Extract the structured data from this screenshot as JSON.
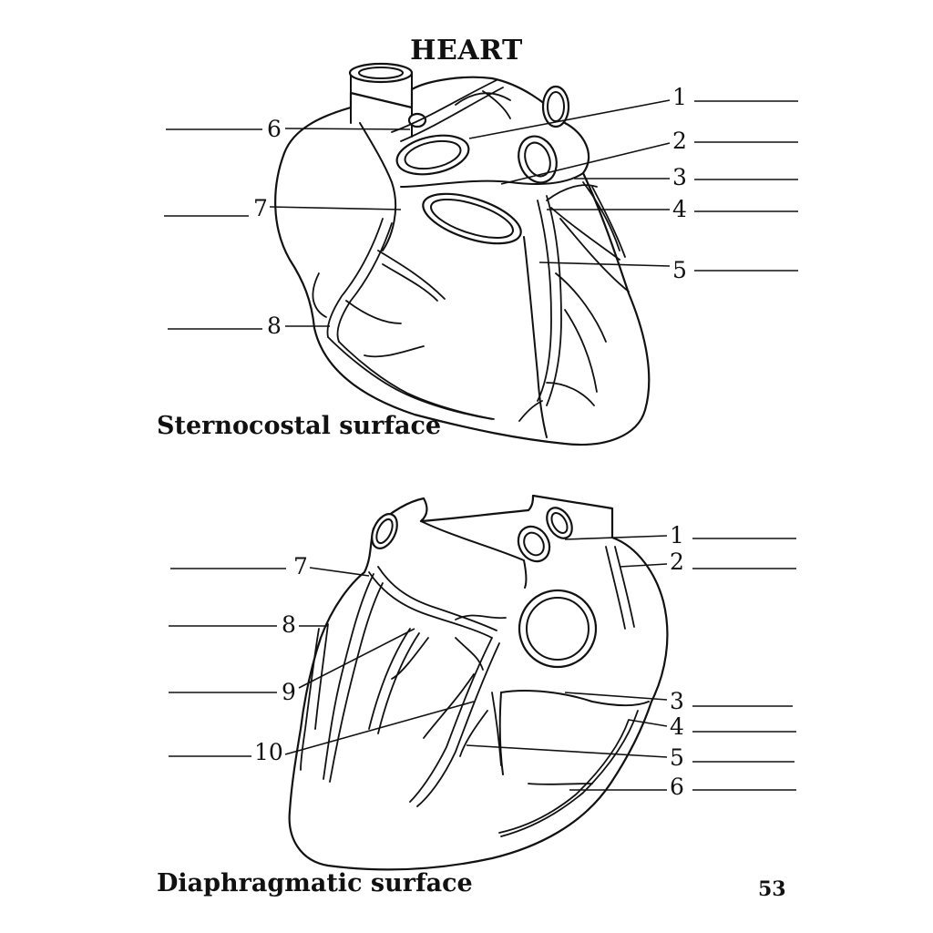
{
  "title": "HEART",
  "page_number": "53",
  "sternocostal": {
    "title": "Sternocostal surface",
    "labels": [
      "1",
      "2",
      "3",
      "4",
      "5",
      "6",
      "7",
      "8"
    ]
  },
  "diaphragmatic": {
    "title": "Diaphragmatic surface",
    "labels": [
      "1",
      "2",
      "3",
      "4",
      "5",
      "6",
      "7",
      "8",
      "9",
      "10"
    ]
  }
}
